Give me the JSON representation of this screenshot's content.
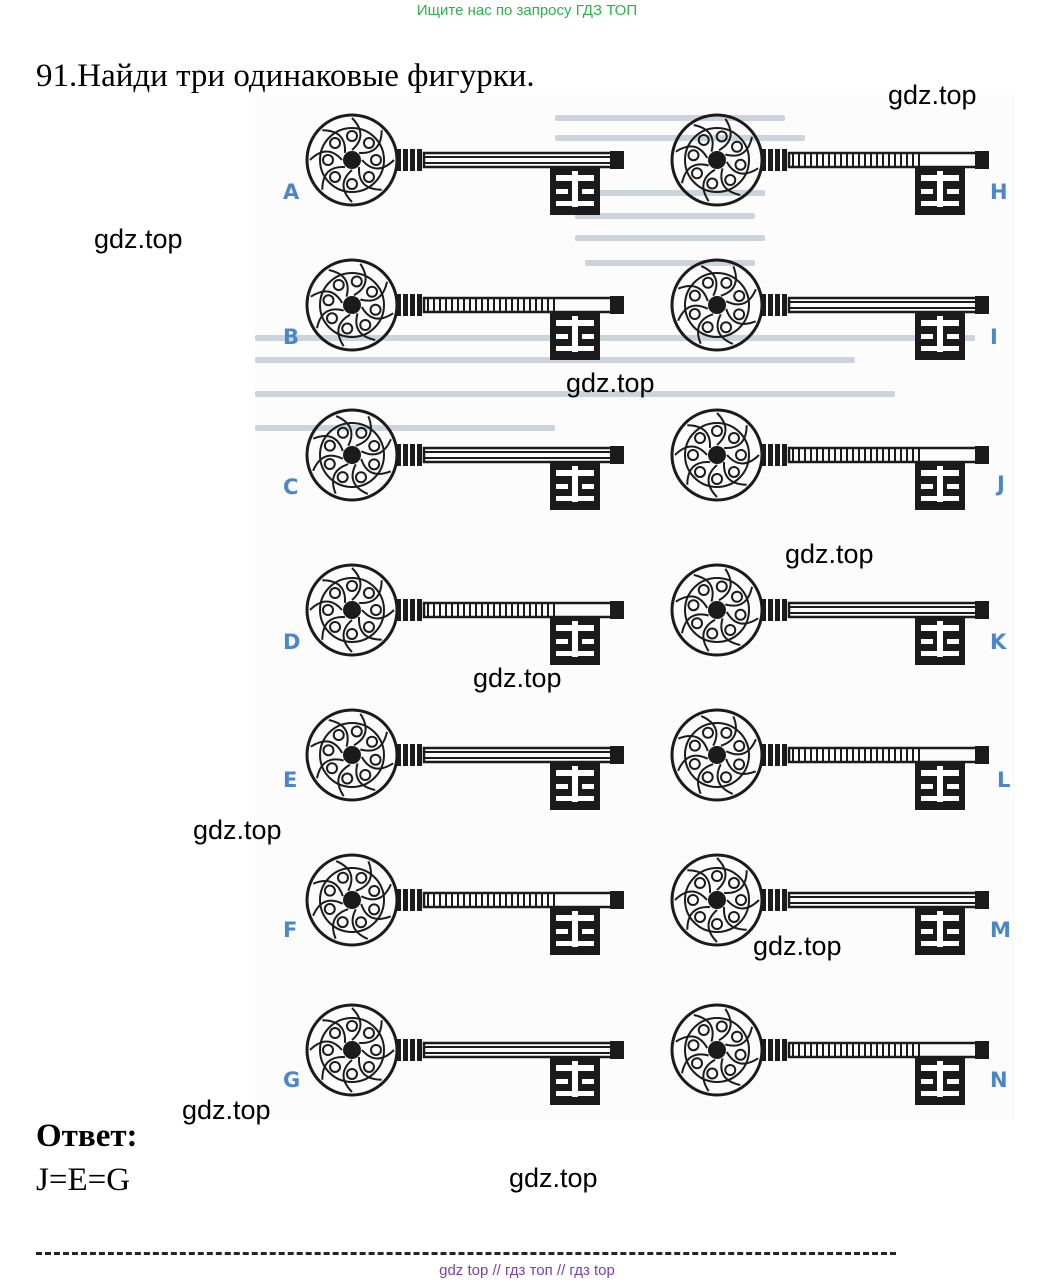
{
  "banner": {
    "text": "Ищите нас по запросу ГДЗ ТОП",
    "color": "#2db24a"
  },
  "task": {
    "title": "91.Найди три одинаковые фигурки."
  },
  "answer": {
    "label": "Ответ:",
    "value": "J=E=G"
  },
  "watermark": {
    "text": "gdz.top"
  },
  "keys": [
    {
      "letter": "A"
    },
    {
      "letter": "B"
    },
    {
      "letter": "C"
    },
    {
      "letter": "D"
    },
    {
      "letter": "E"
    },
    {
      "letter": "F"
    },
    {
      "letter": "G"
    },
    {
      "letter": "H"
    },
    {
      "letter": "I"
    },
    {
      "letter": "J"
    },
    {
      "letter": "K"
    },
    {
      "letter": "L"
    },
    {
      "letter": "M"
    },
    {
      "letter": "N"
    }
  ],
  "colors": {
    "letter": "#4a86c8",
    "ink": "#1b1b1b",
    "faded_text": "#cdd3dd"
  },
  "footer": {
    "text": "gdz top  //  гдз топ  //  гдз top",
    "color": "#7b3fb0"
  }
}
